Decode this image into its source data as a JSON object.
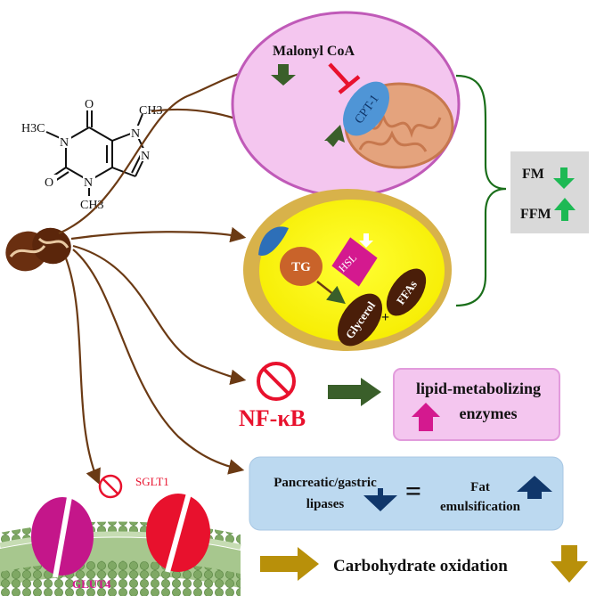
{
  "molecule": {
    "atoms": {
      "O_top": "O",
      "O_left": "O",
      "N_top": "N",
      "N_left": "N",
      "N_bottom": "N",
      "N_right": "N",
      "CH3_top": "CH3",
      "CH3_left": "H3C",
      "CH3_bottom": "CH3"
    }
  },
  "top_cell": {
    "malonyl_label": "Malonyl CoA",
    "cpt_label": "CPT-1"
  },
  "adipocyte": {
    "tg_label": "TG",
    "hsl_label": "HSL",
    "glycerol_label": "Glycerol",
    "ffas_label": "FFAs",
    "plus": "+"
  },
  "body_composition": {
    "fm_label": "FM",
    "ffm_label": "FFM"
  },
  "nfkb": {
    "label": "NF-κB"
  },
  "lipid_box": {
    "line1": "lipid-metabolizing",
    "line2": "enzymes"
  },
  "digestion_box": {
    "lipases_line1": "Pancreatic/gastric",
    "lipases_line2": "lipases",
    "equals": "=",
    "fat_line1": "Fat",
    "fat_line2": "emulsification"
  },
  "transporters": {
    "sglt1_label": "SGLT1",
    "glut4_label": "GLUT4"
  },
  "carbohydrate": {
    "label": "Carbohydrate oxidation"
  },
  "colors": {
    "brown_arrow": "#6b3a14",
    "dark_green": "#3a5f2a",
    "cell_pink": "#f4c6ef",
    "cell_border": "#c05ab8",
    "adipocyte_yellow": "#ffff00",
    "adipocyte_rim": "#d8b24a",
    "magenta": "#d4198f",
    "red": "#e8112d",
    "light_blue_box": "#bcd9f0",
    "navy": "#10376b",
    "gold": "#b8900a",
    "bright_green": "#1db954"
  }
}
